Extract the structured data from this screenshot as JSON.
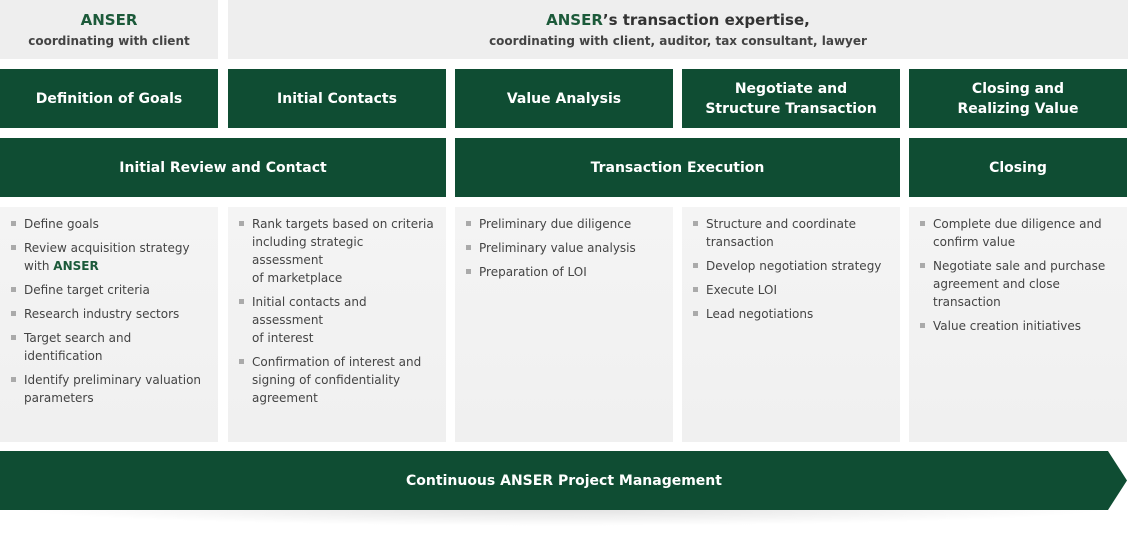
{
  "header": {
    "left": {
      "title": "ANSER",
      "subtitle": "coordinating with client"
    },
    "right": {
      "title_brand": "ANSER",
      "title_rest": "’s transaction expertise,",
      "subtitle": "coordinating with client, auditor, tax consultant, lawyer"
    }
  },
  "steps": [
    {
      "line1": "Definition of Goals",
      "line2": ""
    },
    {
      "line1": "Initial Contacts",
      "line2": ""
    },
    {
      "line1": "Value Analysis",
      "line2": ""
    },
    {
      "line1": "Negotiate and",
      "line2": "Structure Transaction"
    },
    {
      "line1": "Closing and",
      "line2": "Realizing Value"
    }
  ],
  "phases": [
    {
      "label": "Initial Review and Contact"
    },
    {
      "label": "Transaction Execution"
    },
    {
      "label": "Closing"
    }
  ],
  "columns": [
    {
      "items": [
        {
          "line1": "Define goals",
          "line2": ""
        },
        {
          "line1": "Review acquisition strategy",
          "line2_pre": "with ",
          "line2_brand": "ANSER"
        },
        {
          "line1": "Define target criteria",
          "line2": ""
        },
        {
          "line1": "Research industry sectors",
          "line2": ""
        },
        {
          "line1": "Target search and identification",
          "line2": ""
        },
        {
          "line1": "Identify preliminary valuation",
          "line2": "parameters"
        }
      ]
    },
    {
      "items": [
        {
          "line1": "Rank targets based on criteria",
          "line2": "including strategic assessment",
          "line3": "of marketplace"
        },
        {
          "line1": "Initial contacts and assessment",
          "line2": "of interest"
        },
        {
          "line1": "Confirmation of interest and",
          "line2": "signing of confidentiality",
          "line3": "agreement"
        }
      ]
    },
    {
      "items": [
        {
          "line1": "Preliminary due diligence"
        },
        {
          "line1": "Preliminary value analysis"
        },
        {
          "line1": "Preparation of LOI"
        }
      ]
    },
    {
      "items": [
        {
          "line1": "Structure and coordinate",
          "line2": "transaction"
        },
        {
          "line1": "Develop negotiation strategy"
        },
        {
          "line1": "Execute LOI"
        },
        {
          "line1": "Lead negotiations"
        }
      ]
    },
    {
      "items": [
        {
          "line1": "Complete due diligence and",
          "line2": "confirm value"
        },
        {
          "line1": "Negotiate sale and purchase",
          "line2": "agreement and close",
          "line3": "transaction"
        },
        {
          "line1": "Value creation initiatives"
        }
      ]
    }
  ],
  "banner": {
    "label": "Continuous ANSER Project Management"
  },
  "colors": {
    "primary_green": "#0f4d33",
    "brand_text": "#1c5a3a",
    "panel_gray": "#eeeeee"
  }
}
